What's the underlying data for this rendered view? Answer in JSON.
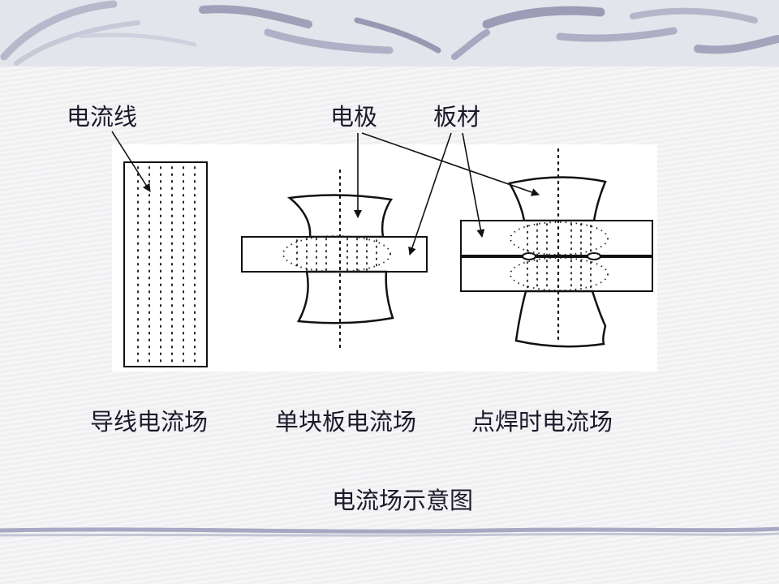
{
  "slide": {
    "labels": {
      "current_lines": "电流线",
      "electrode": "电极",
      "plate": "板材"
    },
    "captions": {
      "wire": "导线电流场",
      "single_plate": "单块板电流场",
      "spot_weld": "点焊时电流场"
    },
    "title": "电流场示意图"
  }
}
